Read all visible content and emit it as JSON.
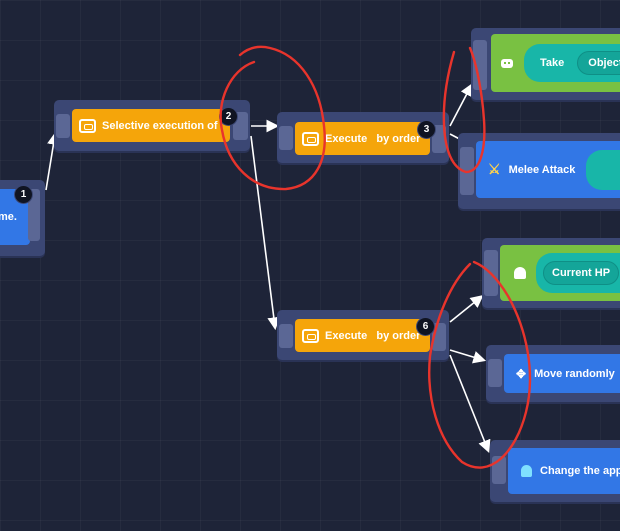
{
  "nodes": {
    "n1": {
      "label": "me.",
      "badge": "1"
    },
    "n2": {
      "label": "Selective execution of",
      "badge": "2"
    },
    "n3": {
      "label": "Execute   by order",
      "badge": "3"
    },
    "n4": {
      "label": "Take",
      "param": "Object"
    },
    "n5": {
      "label": "Melee Attack"
    },
    "n6": {
      "label": "Execute   by order",
      "badge": "6"
    },
    "n7": {
      "param": "Current HP"
    },
    "n8": {
      "label": "Move randomly"
    },
    "n9": {
      "label": "Change the app"
    }
  },
  "icons": {
    "n2": "chain-link-icon",
    "n3": "chain-link-icon",
    "n4": "robot-icon",
    "n5": "crossed-swords-icon",
    "n6": "chain-link-icon",
    "n7": "ghost-icon",
    "n8": "move-arrows-icon",
    "n9": "ghost-icon"
  },
  "colors": {
    "background": "#1e2438",
    "node_frame": "#3b4774",
    "control_block": "#f5a50a",
    "action_block": "#3277e6",
    "object_block": "#79c142",
    "param_pill": "#18b6a8",
    "annotation": "#e8342c"
  }
}
